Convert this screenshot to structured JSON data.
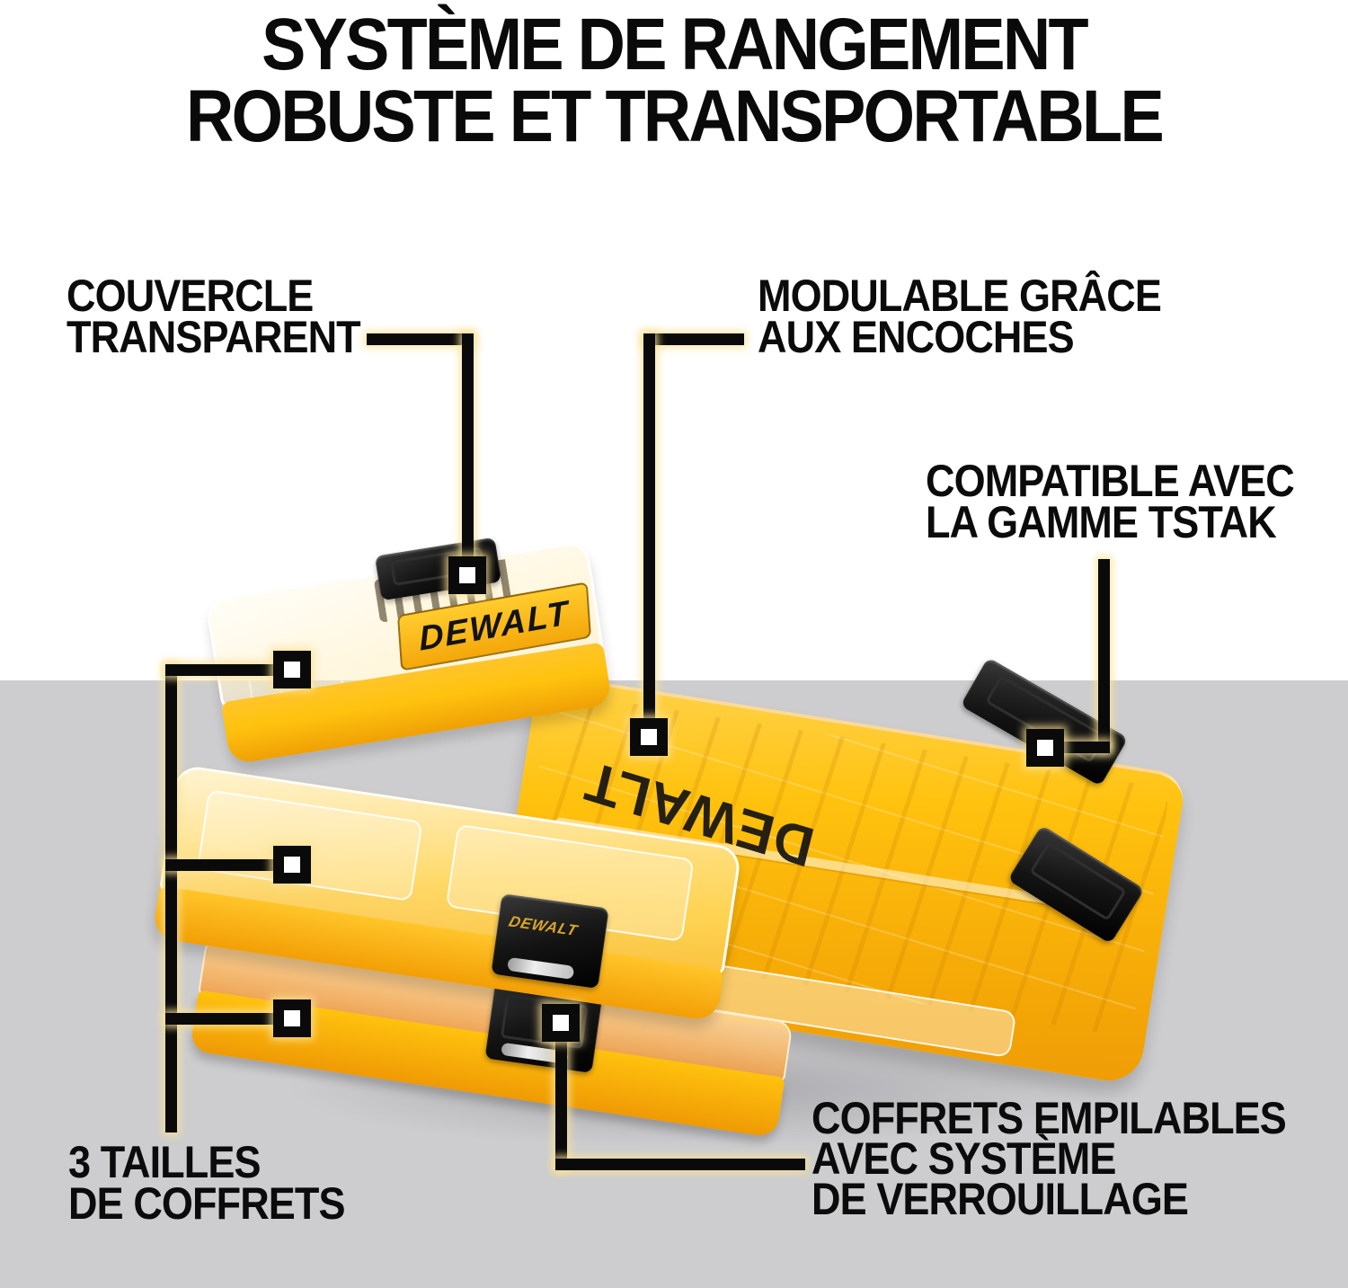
{
  "title": {
    "line1": "SYSTÈME DE RANGEMENT",
    "line2": "ROBUSTE ET TRANSPORTABLE"
  },
  "callouts": {
    "couvercle": {
      "lines": [
        "COUVERCLE",
        "TRANSPARENT"
      ]
    },
    "modulable": {
      "lines": [
        "MODULABLE GRÂCE",
        "AUX ENCOCHES"
      ]
    },
    "tstak": {
      "lines": [
        "COMPATIBLE AVEC",
        "LA GAMME TSTAK"
      ]
    },
    "tailles": {
      "lines": [
        "3 TAILLES",
        "DE COFFRETS"
      ]
    },
    "empilables": {
      "lines": [
        "COFFRETS EMPILABLES",
        "AVEC SYSTÈME",
        "DE VERROUILLAGE"
      ]
    }
  },
  "product": {
    "brand": "DEWALT",
    "description": "Coffrets de rangement empilables jaunes à couvercle transparent"
  },
  "colors": {
    "dewalt_yellow": "#FFC20E",
    "deep_yellow": "#F0A006",
    "orange_tint": "#F39C3E",
    "latch_black": "#141414",
    "floor_gray": "#CDCDCF",
    "text_black": "#0A0A0A",
    "line_glow": "#FAE296"
  }
}
